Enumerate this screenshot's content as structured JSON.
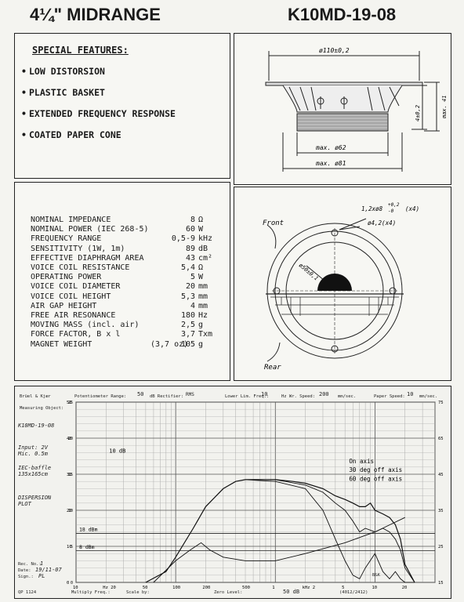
{
  "header": {
    "left_title": "4¼\" MIDRANGE",
    "model": "K10MD-19-08"
  },
  "features": {
    "title": "SPECIAL FEATURES:",
    "items": [
      "LOW DISTORSION",
      "PLASTIC BASKET",
      "EXTENDED FREQUENCY RESPONSE",
      "COATED PAPER CONE"
    ]
  },
  "specs": [
    {
      "name": "NOMINAL IMPEDANCE",
      "value": "8",
      "unit": "Ω",
      "extra": ""
    },
    {
      "name": "NOMINAL POWER (IEC 268-5)",
      "value": "60",
      "unit": "W",
      "extra": ""
    },
    {
      "name": "FREQUENCY RANGE",
      "value": "0,5-9",
      "unit": "kHz",
      "extra": ""
    },
    {
      "name": "SENSITIVITY (1W, 1m)",
      "value": "89",
      "unit": "dB",
      "extra": ""
    },
    {
      "name": "EFFECTIVE DIAPHRAGM AREA",
      "value": "43",
      "unit": "cm²",
      "extra": ""
    },
    {
      "name": "VOICE COIL RESISTANCE",
      "value": "5,4",
      "unit": "Ω",
      "extra": ""
    },
    {
      "name": "OPERATING POWER",
      "value": "5",
      "unit": "W",
      "extra": ""
    },
    {
      "name": "VOICE COIL DIAMETER",
      "value": "20",
      "unit": "mm",
      "extra": ""
    },
    {
      "name": "VOICE COIL HEIGHT",
      "value": "5,3",
      "unit": "mm",
      "extra": ""
    },
    {
      "name": "AIR GAP HEIGHT",
      "value": "4",
      "unit": "mm",
      "extra": ""
    },
    {
      "name": "FREE AIR RESONANCE",
      "value": "180",
      "unit": "Hz",
      "extra": ""
    },
    {
      "name": "MOVING MASS (incl. air)",
      "value": "2,5",
      "unit": "g",
      "extra": ""
    },
    {
      "name": "FORCE FACTOR, B x l",
      "value": "3,7",
      "unit": "Txm",
      "extra": ""
    },
    {
      "name": "MAGNET WEIGHT",
      "value": "105",
      "unit": "g",
      "extra": "(3,7 oz)"
    }
  ],
  "dimensions": {
    "overall": "ø110±0,2",
    "height_tol": "4±0,2",
    "depth": "max. 41",
    "magnet": "max. ø62",
    "basket": "max. ø81"
  },
  "mounting": {
    "front": "Front",
    "rear": "Rear",
    "holes": "1,2xø8",
    "holes_tol_plus": "+0,2",
    "holes_tol_minus": "-0",
    "holes_count": "(x4)",
    "screw": "ø4,2(x4)",
    "cone": "ø50±0,1"
  },
  "plot": {
    "header": {
      "brand": "Brüel & Kjær",
      "pot_label": "Potentiometer Range:",
      "pot_value": "50",
      "pot_unit": "dB Rectifier:",
      "rect_value": "RMS",
      "llf_label": "Lower Lim. Freq.:",
      "llf_value": "10",
      "ws_label": "Hz Wr. Speed:",
      "ws_value": "200",
      "ws_unit": "mm/sec.",
      "ps_label": "Paper Speed:",
      "ps_value": "10",
      "ps_unit": "mm/sec."
    },
    "meas_obj_label": "Measuring Object:",
    "model": "K10MD-19-08",
    "input": "Input: 2V",
    "mic": "Mic. 0.5m",
    "baffle": "IEC-baffle",
    "baffle_size": "135x165cm",
    "dispersion": "DISPERSION",
    "plot_word": "PLOT",
    "rec_no_label": "Rec. No.:",
    "rec_no": "1",
    "date_label": "Date:",
    "date": "19/11-07",
    "sign_label": "Sign.:",
    "sign": "PL",
    "form": "QP 1124",
    "mult_label": "Multiply Freq.:",
    "scale_label": "Scale by:",
    "zero_label": "Zero Level:",
    "range_value": "50 dB",
    "code": "(4012/2412)",
    "ten_db": "10 dB",
    "db18": "18 dBm",
    "db8": "8 dBm",
    "logo": "B&K",
    "x_ticks": [
      {
        "f": 10,
        "label": "10"
      },
      {
        "f": 20,
        "label": "Hz 20"
      },
      {
        "f": 50,
        "label": "50"
      },
      {
        "f": 100,
        "label": "100"
      },
      {
        "f": 200,
        "label": "200"
      },
      {
        "f": 500,
        "label": "500"
      },
      {
        "f": 1000,
        "label": "1"
      },
      {
        "f": 2000,
        "label": "kHz 2"
      },
      {
        "f": 5000,
        "label": "5"
      },
      {
        "f": 10000,
        "label": "10"
      },
      {
        "f": 20000,
        "label": "20"
      }
    ],
    "y_left": [
      "50",
      "40",
      "30",
      "20",
      "10",
      "0"
    ],
    "y_mid": [
      "25",
      "20",
      "15",
      "10",
      "5",
      "0"
    ],
    "y_right": [
      "75",
      "65",
      "45",
      "35",
      "25",
      "15"
    ]
  },
  "chart_data": {
    "type": "line",
    "xlabel": "",
    "ylabel": "",
    "x_scale": "log",
    "xlim": [
      10,
      40000
    ],
    "ylim": [
      0,
      50
    ],
    "series": [
      {
        "name": "On axis",
        "x": [
          50,
          80,
          100,
          150,
          200,
          300,
          400,
          500,
          700,
          1000,
          1500,
          2000,
          3000,
          4000,
          5000,
          6000,
          7000,
          8000,
          9000,
          10000,
          12000,
          14000,
          16000,
          18000,
          20000,
          25000
        ],
        "y": [
          0,
          3,
          7,
          15,
          21,
          26,
          28,
          28.5,
          28.5,
          28.5,
          28,
          27.5,
          26,
          24,
          23,
          22,
          21,
          21,
          22,
          20,
          19,
          18,
          16,
          12,
          5,
          0
        ]
      },
      {
        "name": "30 deg off axis",
        "x": [
          500,
          1000,
          2000,
          3000,
          4000,
          5000,
          6000,
          7000,
          8000,
          10000,
          12000,
          14000,
          16000,
          18000,
          20000,
          25000
        ],
        "y": [
          28.5,
          28.5,
          27,
          25,
          22,
          20,
          17,
          14,
          15,
          14,
          15,
          14,
          12,
          9,
          4,
          0
        ]
      },
      {
        "name": "60 deg off axis",
        "x": [
          500,
          1000,
          2000,
          3000,
          4000,
          5000,
          6000,
          7000,
          8000,
          10000,
          12000,
          14000,
          16000,
          18000,
          20000,
          25000
        ],
        "y": [
          28.5,
          28,
          26,
          20,
          12,
          6,
          2,
          1,
          4,
          8,
          3,
          1,
          3,
          1,
          0,
          0
        ]
      }
    ]
  }
}
